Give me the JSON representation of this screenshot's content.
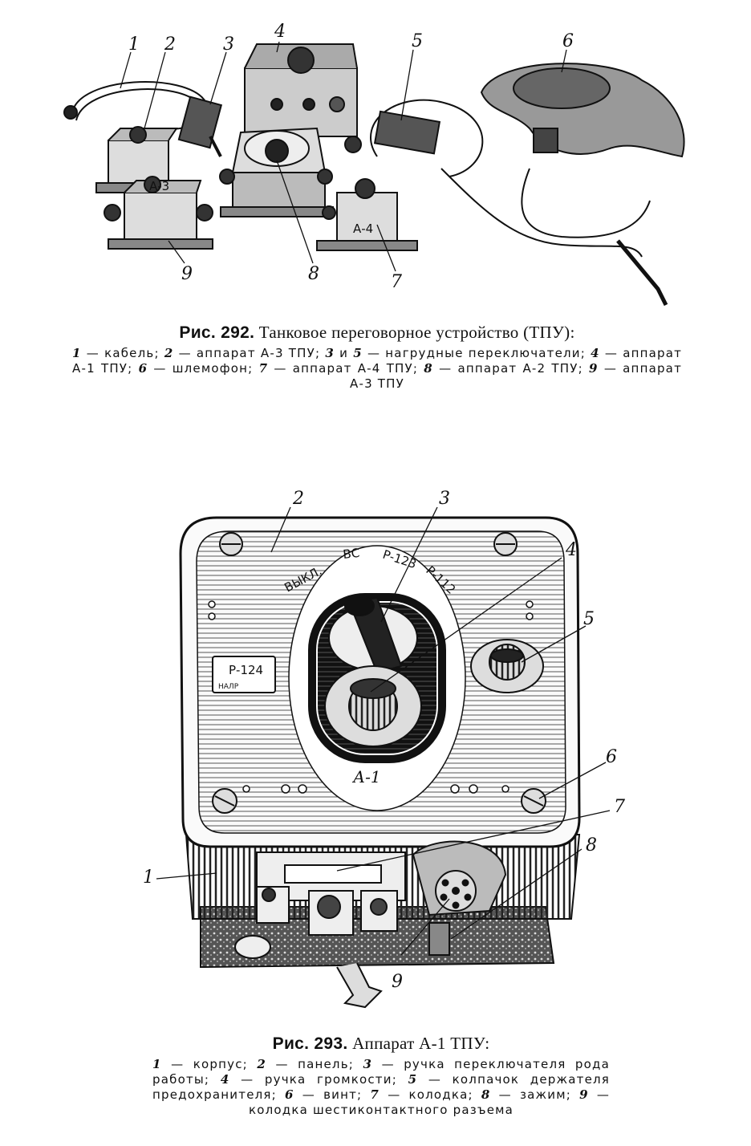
{
  "figure1": {
    "callouts": [
      "1",
      "2",
      "3",
      "4",
      "5",
      "6",
      "7",
      "8",
      "9"
    ],
    "caption_prefix": "Рис. 292.",
    "caption_title": "Танковое переговорное устройство (ТПУ):",
    "legend": [
      {
        "num": "1",
        "text": "— кабель;"
      },
      {
        "num": "2",
        "text": "— аппарат А-3 ТПУ;"
      },
      {
        "num": "3",
        "text": "и"
      },
      {
        "num": "5",
        "text": "— нагрудные переключатели;"
      },
      {
        "num": "4",
        "text": "— аппарат А-1 ТПУ;"
      },
      {
        "num": "6",
        "text": "— шлемофон;"
      },
      {
        "num": "7",
        "text": "— аппарат А-4 ТПУ;"
      },
      {
        "num": "8",
        "text": "— аппарат А-2 ТПУ;"
      },
      {
        "num": "9",
        "text": "— аппарат А-3 ТПУ"
      }
    ],
    "device_labels": {
      "a3_lower": "А-3",
      "a4": "А-4"
    }
  },
  "figure2": {
    "callouts": [
      "1",
      "2",
      "3",
      "4",
      "5",
      "6",
      "7",
      "8",
      "9"
    ],
    "switch_positions": [
      "ВЫКЛ.",
      "ВС",
      "Р-123",
      "Р-112"
    ],
    "plate_label": "Р-124",
    "plate_sublabel": "НАЛР",
    "panel_label": "А-1",
    "caption_prefix": "Рис. 293.",
    "caption_title": "Аппарат А-1 ТПУ:",
    "legend": [
      {
        "num": "1",
        "text": "— корпус;"
      },
      {
        "num": "2",
        "text": "— панель;"
      },
      {
        "num": "3",
        "text": "— ручка переключателя рода работы;"
      },
      {
        "num": "4",
        "text": "— ручка громкости;"
      },
      {
        "num": "5",
        "text": "— колпачок держателя предохранителя;"
      },
      {
        "num": "6",
        "text": "— винт;"
      },
      {
        "num": "7",
        "text": "— колодка;"
      },
      {
        "num": "8",
        "text": "— зажим;"
      },
      {
        "num": "9",
        "text": "— колодка шестиконтактного разъема"
      }
    ]
  }
}
